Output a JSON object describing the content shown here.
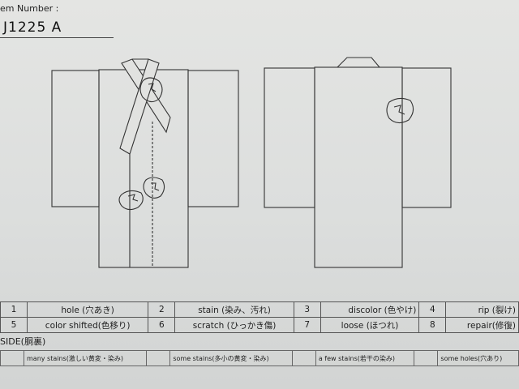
{
  "header": {
    "item_number_label": "em Number :",
    "item_number": "J1225   A"
  },
  "legend": [
    {
      "num": "1",
      "label": "hole (穴あき)"
    },
    {
      "num": "2",
      "label": "stain (染み、汚れ)"
    },
    {
      "num": "3",
      "label": "discolor (色やけ)"
    },
    {
      "num": "4",
      "label": "rip (裂け)"
    },
    {
      "num": "5",
      "label": "color shifted(色移り)"
    },
    {
      "num": "6",
      "label": "scratch (ひっかき傷)"
    },
    {
      "num": "7",
      "label": "loose (ほつれ)"
    },
    {
      "num": "8",
      "label": "repair(修復)"
    }
  ],
  "side": {
    "title": "SIDE(胴裏)",
    "options": [
      "many stains(激しい黄変・染み)",
      "some stains(多小の黄変・染み)",
      "a few stains(若干の染み)",
      "some holes(穴あり)"
    ]
  }
}
